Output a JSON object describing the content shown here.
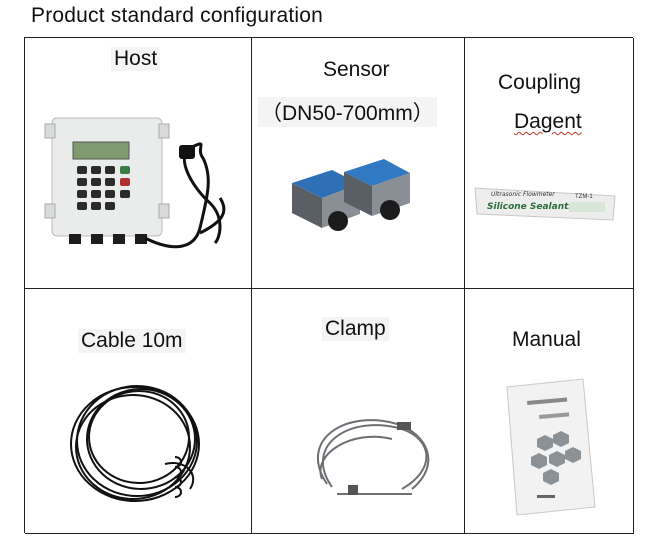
{
  "title": "Product standard configuration",
  "cells": {
    "host": {
      "label": "Host"
    },
    "sensor": {
      "label": "Sensor",
      "range": "（DN50-700mm）"
    },
    "coupling": {
      "label1": "Coupling",
      "label2": "Dagent",
      "package_brand": "Silicone Sealants",
      "package_small": "Ultrasonic Flowmeter",
      "package_code": "TZM-1"
    },
    "cable": {
      "label": "Cable 10m"
    },
    "clamp": {
      "label": "Clamp"
    },
    "manual": {
      "label": "Manual"
    }
  }
}
